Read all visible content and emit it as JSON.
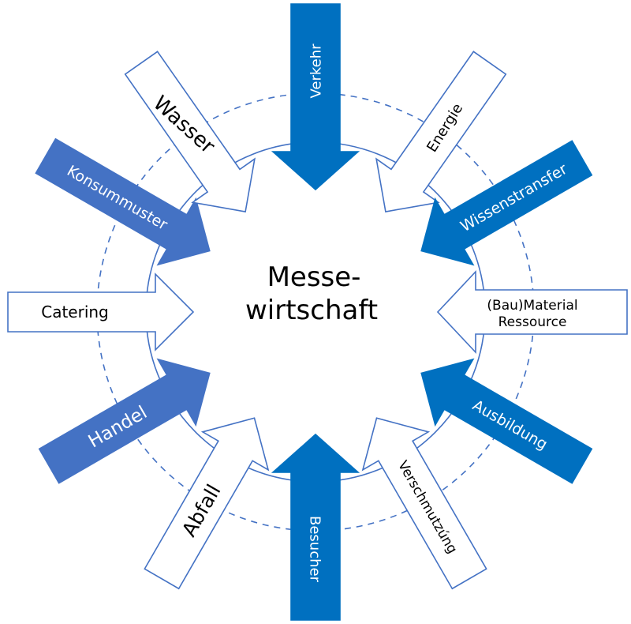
{
  "center": {
    "line1": "Messe-",
    "line2": "wirtschaft"
  },
  "colors": {
    "dark_blue": "#0070c0",
    "medium_blue": "#4472c4",
    "outline": "#4472c4",
    "text": "#000000"
  },
  "arrows": [
    {
      "label": "Catering",
      "style": "outline"
    },
    {
      "label": "Konsummuster",
      "style": "medium_blue"
    },
    {
      "label": "Wasser",
      "style": "outline"
    },
    {
      "label": "Verkehr",
      "style": "dark_blue"
    },
    {
      "label": "Energie",
      "style": "outline"
    },
    {
      "label": "Wissenstransfer",
      "style": "dark_blue"
    },
    {
      "label": "(Bau)Material",
      "label2": "Ressource",
      "style": "outline"
    },
    {
      "label": "Ausbildung",
      "style": "dark_blue"
    },
    {
      "label": "Verschmutzúng",
      "style": "outline"
    },
    {
      "label": "Besucher",
      "style": "dark_blue"
    },
    {
      "label": "Abfall",
      "style": "outline"
    },
    {
      "label": "Handel",
      "style": "medium_blue"
    }
  ]
}
